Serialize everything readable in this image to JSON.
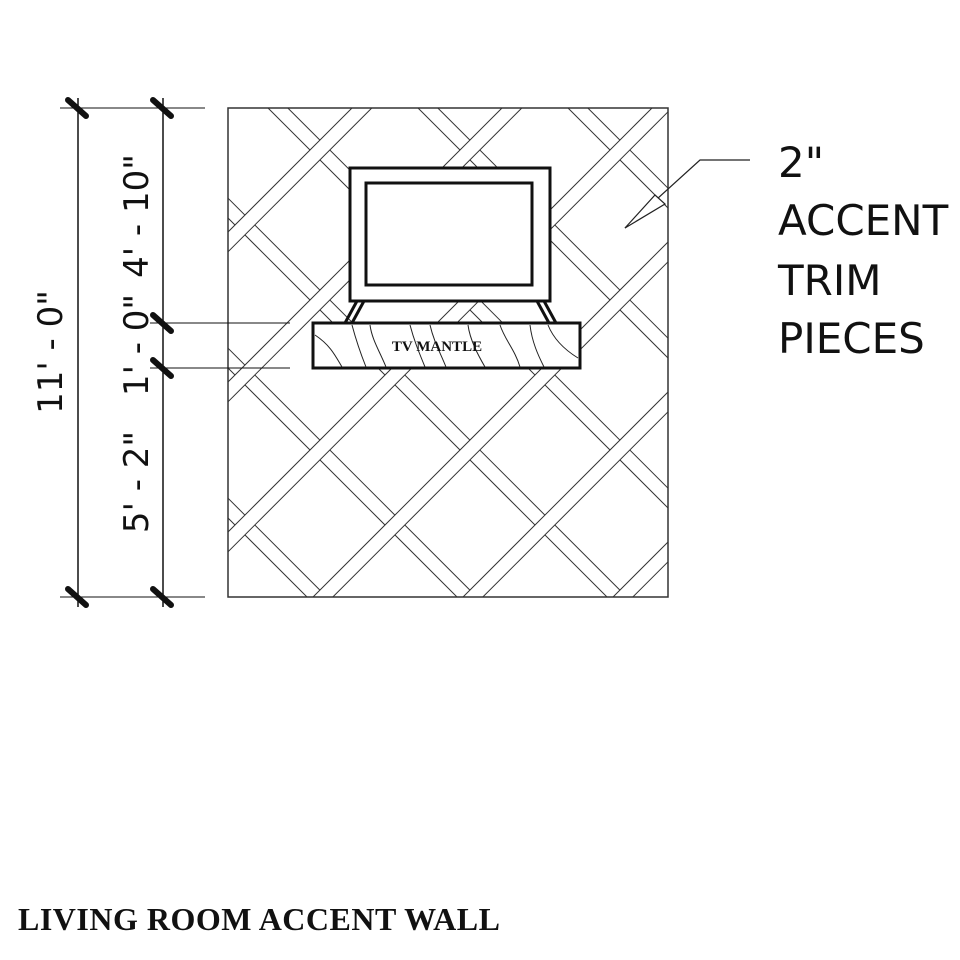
{
  "title": "LIVING ROOM ACCENT WALL",
  "dimensions": {
    "overall": "11' - 0\"",
    "upper": "4' - 10\"",
    "mantle": "1' - 0\"",
    "lower": "5' - 2\""
  },
  "mantle_label": "TV MANTLE",
  "note_lines": [
    "2\"",
    "ACCENT",
    "TRIM",
    "PIECES"
  ]
}
